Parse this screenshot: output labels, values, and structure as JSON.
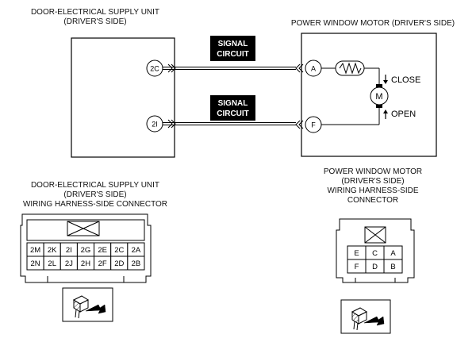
{
  "labels": {
    "unit_title_1": "DOOR-ELECTRICAL SUPPLY UNIT",
    "unit_title_2": "(DRIVER'S SIDE)",
    "motor_title": "POWER WINDOW MOTOR (DRIVER'S SIDE)",
    "signal_circuit": [
      "SIGNAL",
      "CIRCUIT"
    ],
    "close": "CLOSE",
    "open": "OPEN",
    "motor_symbol": "M",
    "unit_connector_caption": [
      "DOOR-ELECTRICAL SUPPLY UNIT",
      "(DRIVER'S SIDE)",
      "WIRING HARNESS-SIDE CONNECTOR"
    ],
    "motor_connector_caption": [
      "POWER WINDOW MOTOR",
      "(DRIVER'S SIDE)",
      "WIRING HARNESS-SIDE",
      "CONNECTOR"
    ]
  },
  "terminals": {
    "unit_upper": "2C",
    "unit_lower": "2I",
    "motor_upper": "A",
    "motor_lower": "F"
  },
  "unit_connector_pins": [
    [
      "2M",
      "2K",
      "2I",
      "2G",
      "2E",
      "2C",
      "2A"
    ],
    [
      "2N",
      "2L",
      "2J",
      "2H",
      "2F",
      "2D",
      "2B"
    ]
  ],
  "motor_connector_pins": [
    [
      "E",
      "C",
      "A"
    ],
    [
      "F",
      "D",
      "B"
    ]
  ]
}
